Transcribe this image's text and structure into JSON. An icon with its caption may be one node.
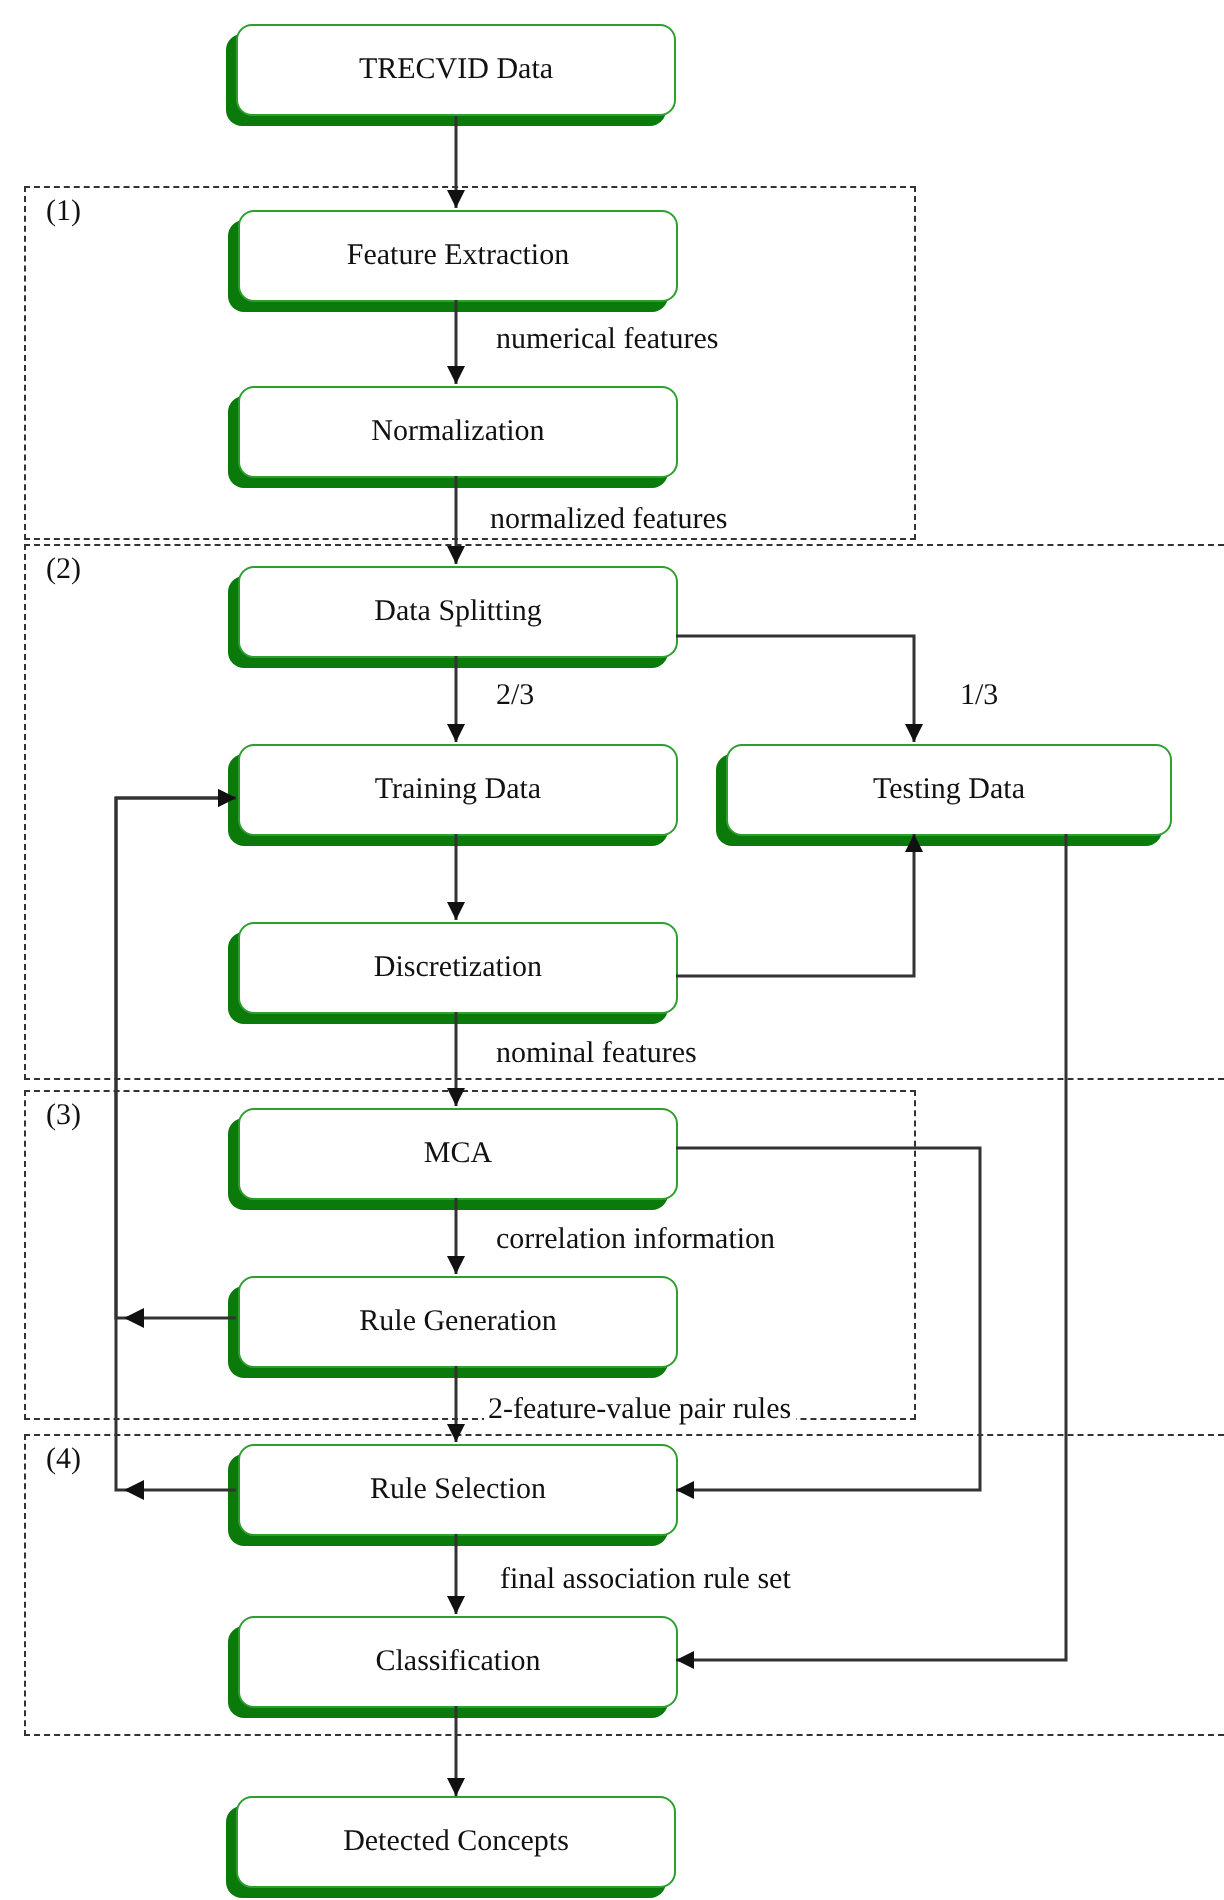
{
  "diagram": {
    "nodes": [
      {
        "text": [
          "TRECVID Data"
        ]
      },
      {
        "text": [
          "(1)"
        ]
      },
      {
        "text": [
          "Feature Extraction"
        ],
        "in": 1
      },
      {
        "text": [
          "Normalization"
        ],
        "in": 1
      },
      {
        "text": [
          "(2)"
        ]
      },
      {
        "text": [
          "Data Splitting"
        ],
        "in": 4
      },
      {
        "text": [
          "Training Data"
        ],
        "in": 4
      },
      {
        "text": [
          "Testing Data"
        ],
        "in": 4
      },
      {
        "text": [
          "Discretization"
        ],
        "in": 4
      },
      {
        "text": [
          "(3)"
        ]
      },
      {
        "text": [
          "MCA"
        ],
        "in": 9
      },
      {
        "text": [
          "Rule Generation"
        ],
        "in": 9
      },
      {
        "text": [
          "(4)"
        ]
      },
      {
        "text": [
          "Rule Selection"
        ],
        "in": 12
      },
      {
        "text": [
          "Classification"
        ],
        "in": 12
      },
      {
        "text": [
          "Detected Concepts"
        ]
      }
    ],
    "edges": [
      {
        "from": 0,
        "to": 2,
        "arrow": "to"
      },
      {
        "from": 2,
        "to": 3,
        "arrow": "to",
        "label": "numerical features"
      },
      {
        "from": 3,
        "to": 5,
        "arrow": "to",
        "label": "normalized features"
      },
      {
        "from": 5,
        "to": 6,
        "arrow": "to",
        "label": "2/3"
      },
      {
        "from": 5,
        "to": 7,
        "arrow": "to",
        "label": "1/3"
      },
      {
        "from": 6,
        "to": 8,
        "arrow": "to"
      },
      {
        "from": 8,
        "to": 7,
        "arrow": "to"
      },
      {
        "from": 8,
        "to": 10,
        "arrow": "to",
        "label": "nominal features"
      },
      {
        "from": 10,
        "to": 11,
        "arrow": "to",
        "label": "correlation information"
      },
      {
        "from": 11,
        "to": 6,
        "arrow": "to"
      },
      {
        "from": 11,
        "to": 13,
        "arrow": "to",
        "label": "2-feature-value pair rules"
      },
      {
        "from": 13,
        "to": 6,
        "arrow": "to"
      },
      {
        "from": 10,
        "to": 13,
        "arrow": "to"
      },
      {
        "from": 7,
        "to": 14,
        "arrow": "to"
      },
      {
        "from": 13,
        "to": 14,
        "arrow": "to",
        "label": "final association rule set"
      },
      {
        "from": 14,
        "to": 15,
        "arrow": "to"
      }
    ]
  }
}
